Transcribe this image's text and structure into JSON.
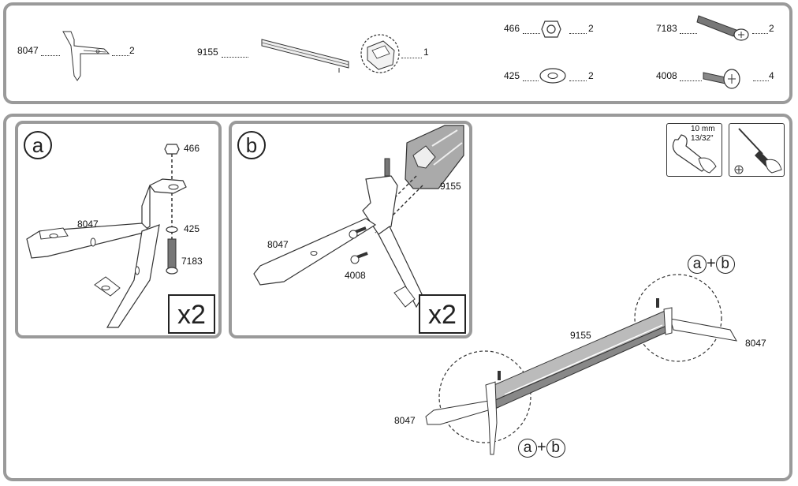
{
  "parts": [
    {
      "id": "8047",
      "qty": "2"
    },
    {
      "id": "9155",
      "qty": "1"
    },
    {
      "id": "466",
      "qty": "2"
    },
    {
      "id": "425",
      "qty": "2"
    },
    {
      "id": "7183",
      "qty": "2"
    },
    {
      "id": "4008",
      "qty": "4"
    }
  ],
  "step_a": {
    "letter": "a",
    "labels": {
      "nut": "466",
      "washer": "425",
      "bracket": "8047",
      "bolt": "7183"
    },
    "multiplier": "x2"
  },
  "step_b": {
    "letter": "b",
    "labels": {
      "rail": "9155",
      "bracket": "8047",
      "screw": "4008"
    },
    "multiplier": "x2"
  },
  "tools": {
    "wrench_size_metric": "10 mm",
    "wrench_size_imperial": "13/32\"",
    "wrench": "wrench-icon",
    "screwdriver": "phillips-screwdriver-icon"
  },
  "overview": {
    "rail": "9155",
    "bracket_left": "8047",
    "bracket_right": "8047",
    "callout_a": "a",
    "callout_plus": "+",
    "callout_b": "b"
  }
}
